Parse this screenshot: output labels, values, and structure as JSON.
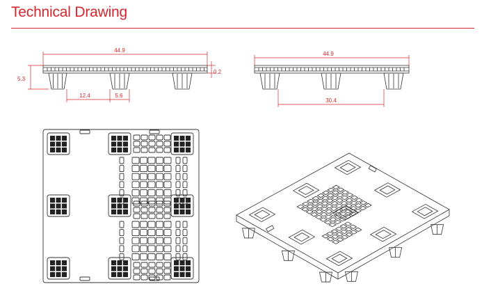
{
  "header": {
    "title": "Technical Drawing"
  },
  "colors": {
    "accent": "#d7262e",
    "line": "#333333",
    "fill_dark": "#222222"
  },
  "views": {
    "side_view_left": {
      "overall_length": "44.9",
      "height": "5.3",
      "deck_thickness": "0.2",
      "foot_width": "5.6",
      "foot_gap": "12.4"
    },
    "side_view_right": {
      "overall_length": "44.9",
      "foot_span": "30.4"
    }
  }
}
